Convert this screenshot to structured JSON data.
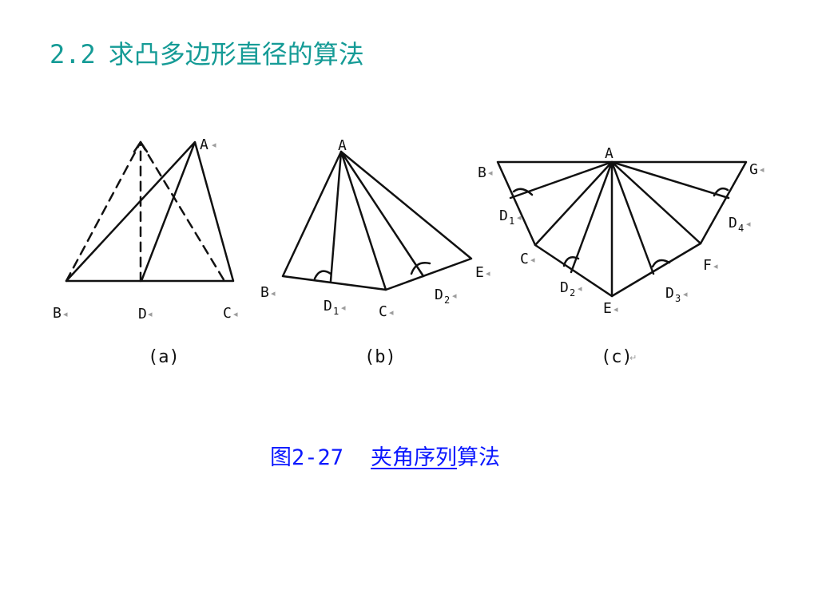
{
  "title": {
    "number": "2.2",
    "text": "求凸多边形直径的算法"
  },
  "figures": {
    "a": {
      "label": "(a)",
      "points": {
        "A": "A",
        "B": "B",
        "C": "C",
        "D": "D"
      }
    },
    "b": {
      "label": "(b)",
      "points": {
        "A": "A",
        "B": "B",
        "C": "C",
        "D1": "D",
        "D1_sub": "1",
        "D2": "D",
        "D2_sub": "2",
        "E": "E"
      }
    },
    "c": {
      "label": "(c)",
      "return_mark": "↵",
      "points": {
        "A": "A",
        "B": "B",
        "C": "C",
        "D1": "D",
        "D1_sub": "1",
        "D2": "D",
        "D2_sub": "2",
        "D3": "D",
        "D3_sub": "3",
        "D4": "D",
        "D4_sub": "4",
        "E": "E",
        "F": "F",
        "G": "G"
      }
    },
    "small_marker": "◂"
  },
  "caption": {
    "number": "图2-27",
    "underlined_text": "夹角序列",
    "suffix": "算法"
  },
  "colors": {
    "title": "#159b96",
    "caption": "#0b18ff",
    "line": "#111111"
  }
}
